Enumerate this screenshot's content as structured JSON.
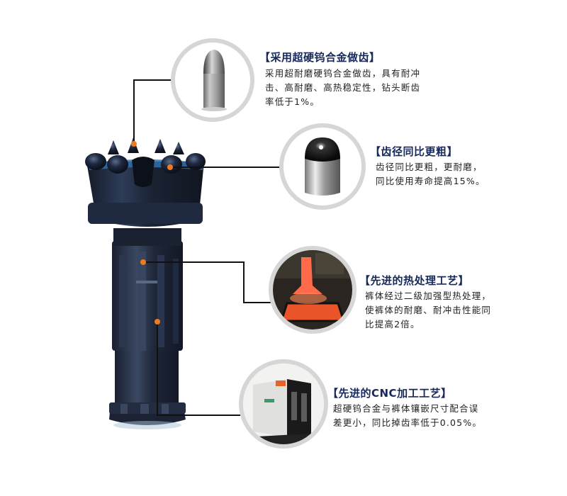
{
  "colors": {
    "title": "#17295a",
    "body_text": "#222222",
    "callout_dot": "#f07a1e",
    "circle_border": "#d6d6d6",
    "bit_body": "#1c2436",
    "bit_highlight": "#2f6fb0"
  },
  "product": {
    "name": "down-the-hole-drill-bit"
  },
  "features": [
    {
      "title": "【采用超硬钨合金做齿】",
      "lines": [
        "采用超耐磨硬钨合金做齿，具有耐冲",
        "击、高耐磨、高热稳定性，钻头断齿",
        "率低于1%。"
      ],
      "image": "tungsten-carbide-button-pointed"
    },
    {
      "title": "【齿径同比更粗】",
      "lines": [
        "齿径同比更粗，更耐磨，",
        "同比使用寿命提高15%。"
      ],
      "image": "tungsten-carbide-button-spherical"
    },
    {
      "title": "【先进的热处理工艺】",
      "lines": [
        "裤体经过二级加强型热处理，",
        "使裤体的耐磨、耐冲击性能同",
        "比提高2倍。"
      ],
      "image": "heat-treatment-furnace"
    },
    {
      "title": "【先进的CNC加工工艺】",
      "lines": [
        "超硬钨合金与裤体镶嵌尺寸配合误",
        "差更小，同比掉齿率低于0.05%。"
      ],
      "image": "cnc-machining-center"
    }
  ]
}
